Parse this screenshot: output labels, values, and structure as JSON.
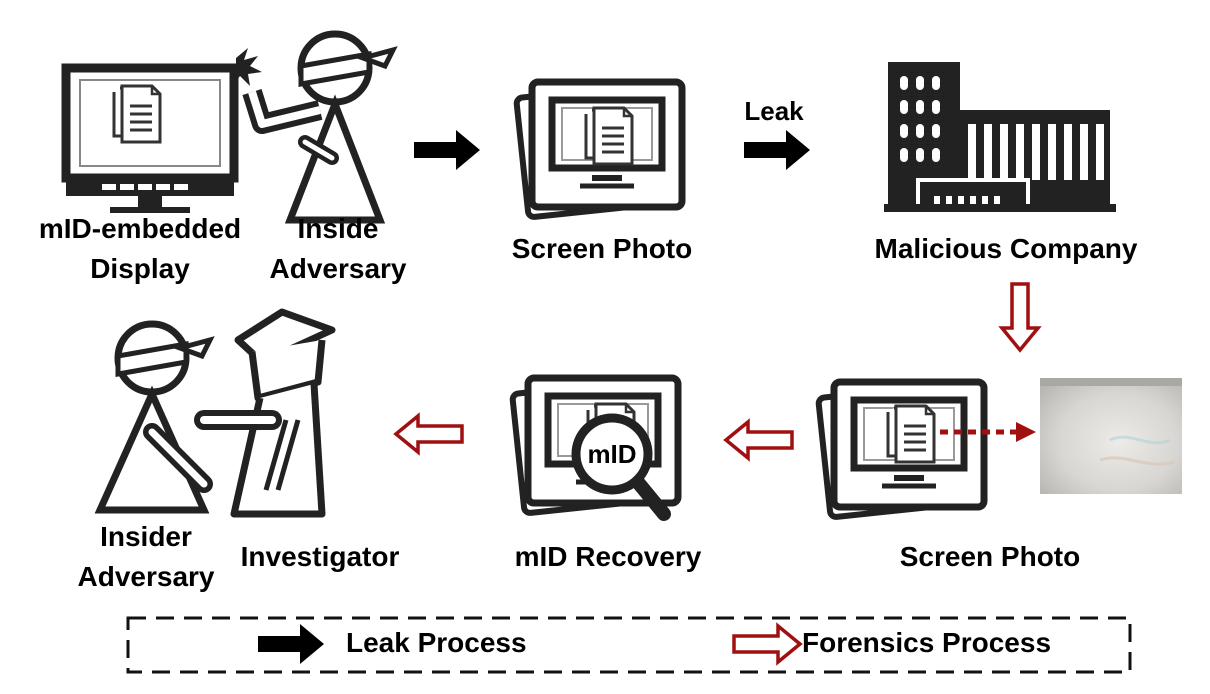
{
  "labels": {
    "display_line1": "mID-embedded",
    "display_line2": "Display",
    "inside_line1": "Inside",
    "inside_line2": "Adversary",
    "screen_photo_top": "Screen Photo",
    "leak_arrow": "Leak",
    "company": "Malicious Company",
    "screen_photo_bottom": "Screen Photo",
    "recovery": "mID Recovery",
    "magnifier": "mID",
    "insider_line1": "Insider",
    "insider_line2": "Adversary",
    "investigator": "Investigator"
  },
  "legend": {
    "leak": "Leak Process",
    "forensics": "Forensics Process"
  },
  "colors": {
    "leak_arrow": "#000000",
    "forensics_arrow": "#a01010",
    "line": "#333333"
  },
  "icons": [
    "monitor-icon",
    "document-icon",
    "adversary-icon",
    "photo-stack-icon",
    "building-icon",
    "magnifier-icon",
    "investigator-icon",
    "arrow-right-icon",
    "hollow-arrow-icon"
  ]
}
